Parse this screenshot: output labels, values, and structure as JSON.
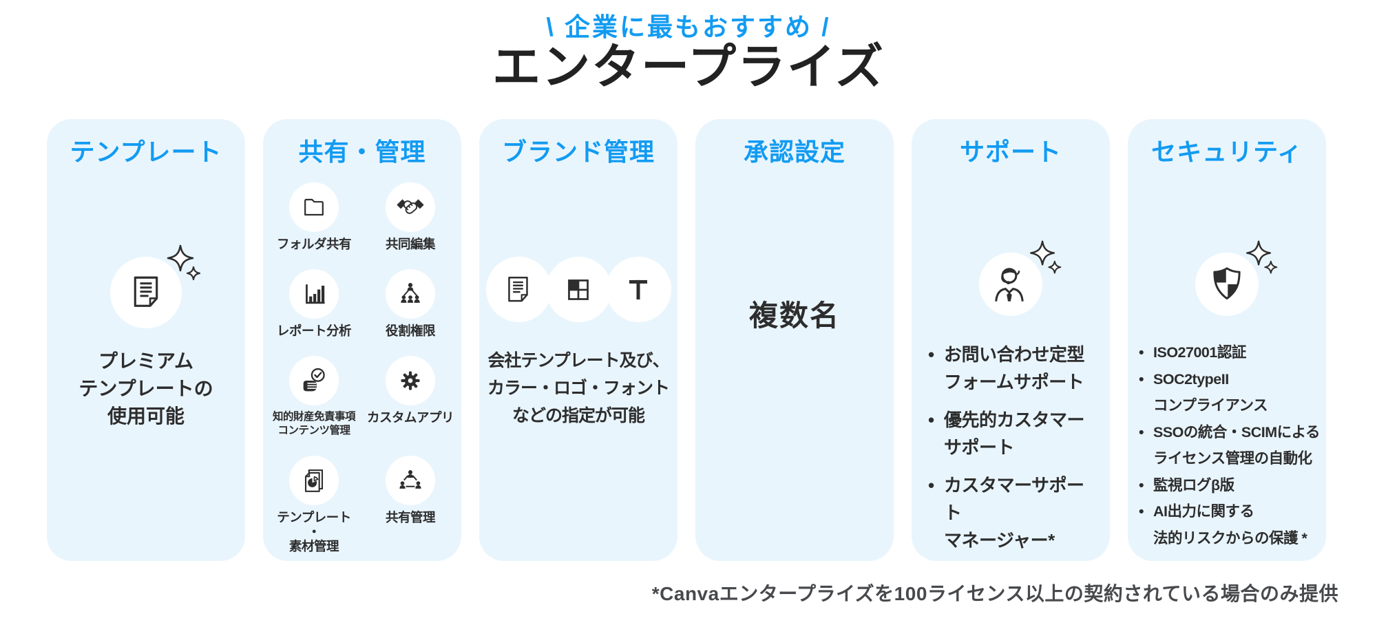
{
  "header": {
    "tagline": "\\ 企業に最もおすすめ /",
    "title": "エンタープライズ"
  },
  "cards": [
    {
      "title": "テンプレート",
      "icon": "document-sparkle-icon",
      "description": "プレミアム\nテンプレートの\n使用可能"
    },
    {
      "title": "共有・管理",
      "features": [
        {
          "icon": "folder-icon",
          "label": "フォルダ共有"
        },
        {
          "icon": "handshake-icon",
          "label": "共同編集"
        },
        {
          "icon": "bar-chart-icon",
          "label": "レポート分析"
        },
        {
          "icon": "org-chart-icon",
          "label": "役割権限"
        },
        {
          "icon": "hand-check-icon",
          "label": "知的財産免責事項\nコンテンツ管理"
        },
        {
          "icon": "gear-icon",
          "label": "カスタムアプリ"
        },
        {
          "icon": "docs-pie-icon",
          "label": "テンプレート\n・\n素材管理"
        },
        {
          "icon": "network-icon",
          "label": "共有管理"
        }
      ]
    },
    {
      "title": "ブランド管理",
      "icons": [
        "document-icon",
        "color-grid-icon",
        "text-letter-icon"
      ],
      "description": "会社テンプレート及び、\nカラー・ロゴ・フォント\nなどの指定が可能"
    },
    {
      "title": "承認設定",
      "value": "複数名"
    },
    {
      "title": "サポート",
      "icon": "support-agent-sparkle-icon",
      "bullets": [
        "お問い合わせ定型\nフォームサポート",
        "優先的カスタマー\nサポート",
        "カスタマーサポート\nマネージャー*"
      ]
    },
    {
      "title": "セキュリティ",
      "icon": "shield-sparkle-icon",
      "bullets": [
        "ISO27001認証",
        "SOC2typeII\nコンプライアンス",
        "SSOの統合・SCIMによる\nライセンス管理の自動化",
        "監視ログβ版",
        "AI出力に関する\n法的リスクからの保護 *"
      ]
    }
  ],
  "footnote": "*Canvaエンタープライズを100ライセンス以上の契約されている場合のみ提供",
  "colors": {
    "accent": "#129BF2",
    "card_bg": "#E9F5FD",
    "text": "#2D2D2D",
    "icon": "#2E2E2E",
    "footnote": "#47494C"
  }
}
